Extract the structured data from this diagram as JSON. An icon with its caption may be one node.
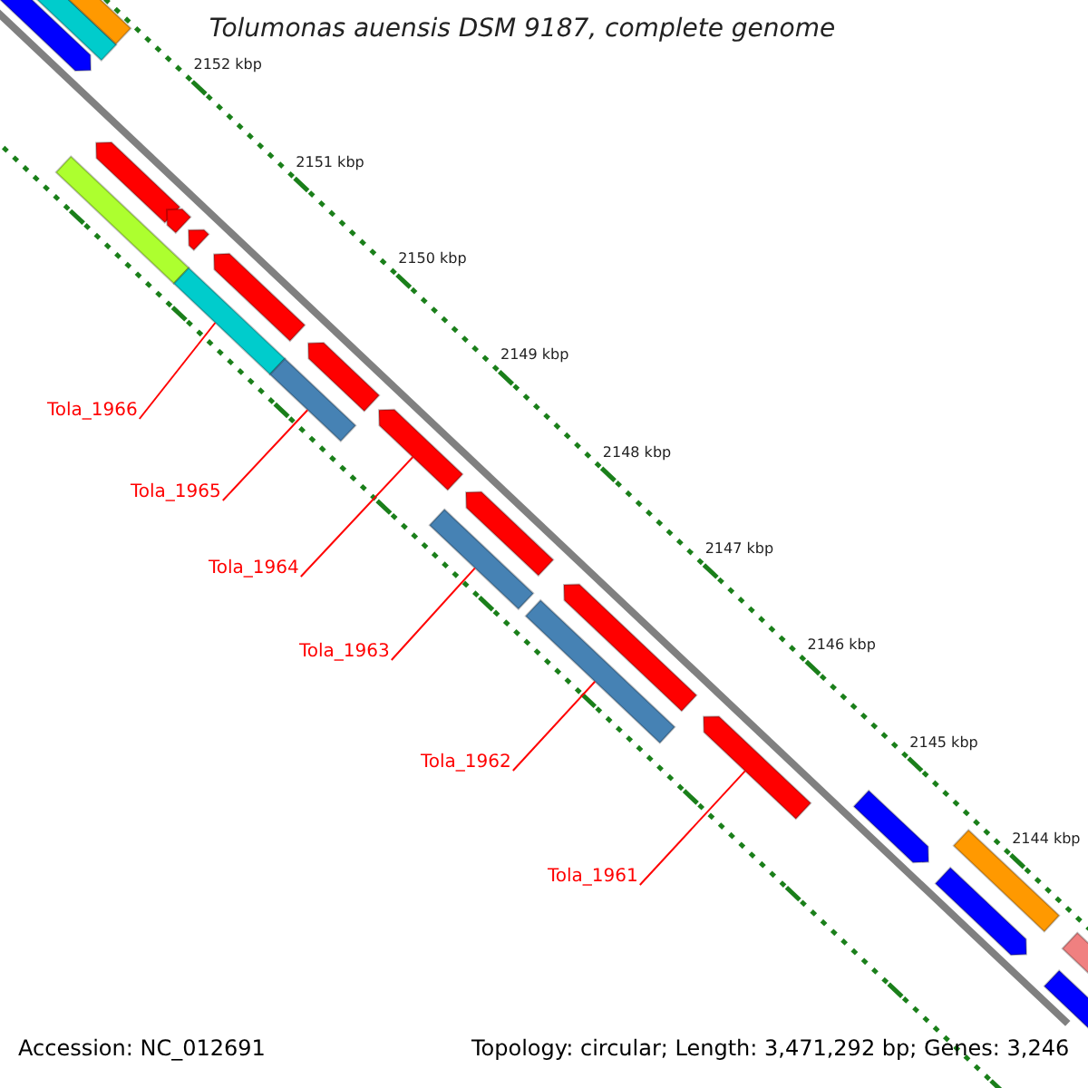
{
  "diagram": {
    "title": "Tolumonas auensis DSM 9187, complete genome",
    "nodes": [
      {
        "text": [
          "Tola_1966"
        ]
      },
      {
        "text": [
          "Tola_1965"
        ]
      },
      {
        "text": [
          "Tola_1964"
        ]
      },
      {
        "text": [
          "Tola_1963"
        ]
      },
      {
        "text": [
          "Tola_1962"
        ]
      },
      {
        "text": [
          "Tola_1961"
        ]
      },
      {
        "text": [],
        "shape": "pentagon"
      },
      {
        "text": [],
        "shape": "bar"
      },
      {
        "text": [],
        "shape": "bar"
      },
      {
        "text": [],
        "shape": "bar"
      },
      {
        "text": [],
        "shape": "pentagon"
      },
      {
        "text": [],
        "shape": "pentagon"
      },
      {
        "text": [],
        "shape": "bar"
      },
      {
        "text": [],
        "shape": "pentagon"
      },
      {
        "text": [],
        "shape": "pentagon"
      },
      {
        "text": [],
        "shape": "bar"
      },
      {
        "text": [],
        "shape": "pentagon"
      },
      {
        "text": [],
        "shape": "pentagon"
      },
      {
        "text": [],
        "shape": "bar"
      },
      {
        "text": [],
        "shape": "pentagon"
      },
      {
        "text": [],
        "shape": "bar"
      },
      {
        "text": [],
        "shape": "pentagon"
      },
      {
        "text": [],
        "shape": "pentagon"
      },
      {
        "text": [],
        "shape": "pentagon"
      },
      {
        "text": [],
        "shape": "pentagon"
      },
      {
        "text": [],
        "shape": "bar"
      },
      {
        "text": [],
        "shape": "pentagon"
      },
      {
        "text": [],
        "shape": "bar"
      }
    ],
    "edges": [
      {
        "from": 0,
        "to": 12,
        "arrow": "none",
        "color": "#ff0000"
      },
      {
        "from": 1,
        "to": 15,
        "arrow": "none",
        "color": "#ff0000"
      },
      {
        "from": 2,
        "to": 17,
        "arrow": "none",
        "color": "#ff0000"
      },
      {
        "from": 3,
        "to": 18,
        "arrow": "none",
        "color": "#ff0000"
      },
      {
        "from": 4,
        "to": 20,
        "arrow": "none",
        "color": "#ff0000"
      },
      {
        "from": 5,
        "to": 22,
        "arrow": "none",
        "color": "#ff0000"
      }
    ],
    "labels": [
      "2152 kbp",
      "2151 kbp",
      "2150 kbp",
      "2149 kbp",
      "2148 kbp",
      "2147 kbp",
      "2146 kbp",
      "2145 kbp",
      "2144 kbp",
      "Accession: NC_012691",
      "Topology: circular; Length: 3,471,292 bp; Genes: 3,246"
    ]
  }
}
